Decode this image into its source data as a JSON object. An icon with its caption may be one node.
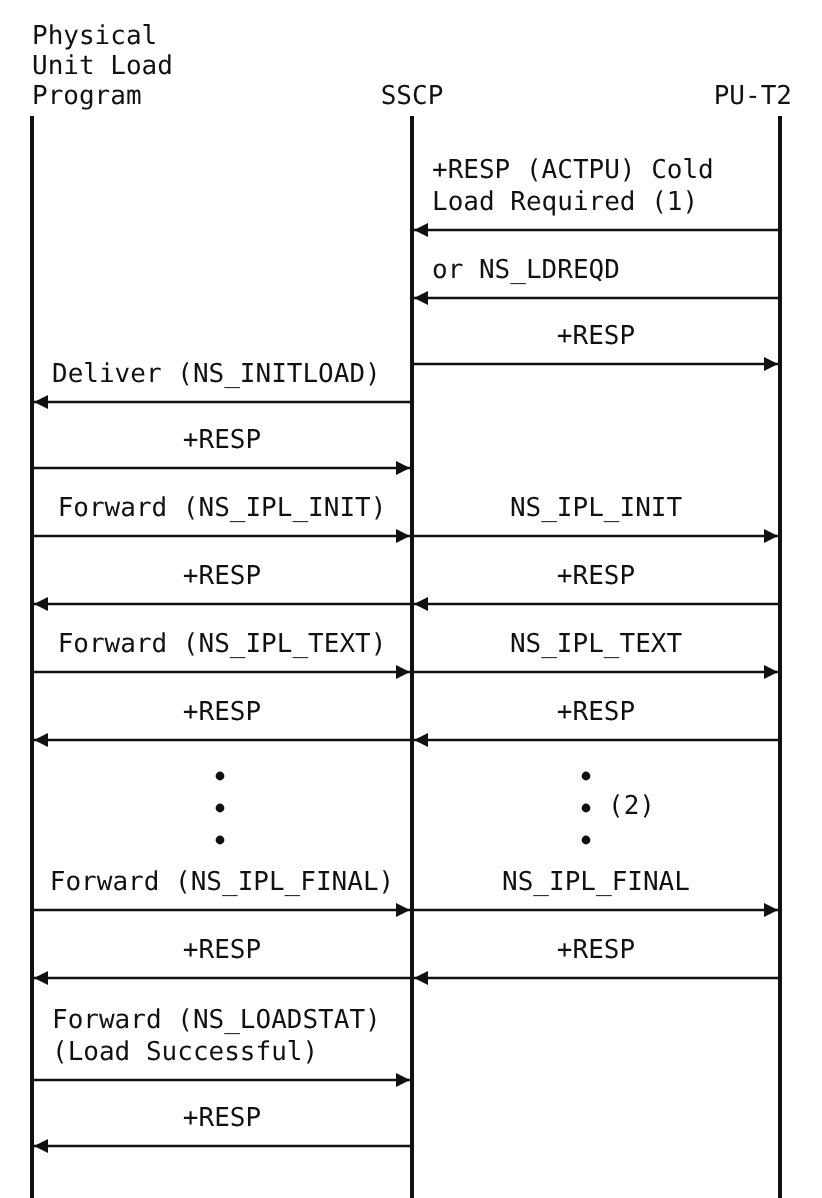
{
  "diagram": {
    "nodes": [
      {
        "text": [
          "Physical Unit Load Program"
        ]
      },
      {
        "text": [
          "SSCP"
        ]
      },
      {
        "text": [
          "PU-T2"
        ]
      }
    ],
    "edges": [
      {
        "from": 2,
        "to": 1,
        "arrow": "to",
        "label": "+RESP (ACTPU) Cold Load Required (1)"
      },
      {
        "from": 2,
        "to": 1,
        "arrow": "to",
        "label": "or NS_LDREQD"
      },
      {
        "from": 1,
        "to": 2,
        "arrow": "to",
        "label": "+RESP"
      },
      {
        "from": 1,
        "to": 0,
        "arrow": "to",
        "label": "Deliver (NS_INITLOAD)"
      },
      {
        "from": 0,
        "to": 1,
        "arrow": "to",
        "label": "+RESP"
      },
      {
        "from": 0,
        "to": 1,
        "arrow": "to",
        "label": "Forward (NS_IPL_INIT)"
      },
      {
        "from": 1,
        "to": 2,
        "arrow": "to",
        "label": "NS_IPL_INIT"
      },
      {
        "from": 1,
        "to": 0,
        "arrow": "to",
        "label": "+RESP"
      },
      {
        "from": 2,
        "to": 1,
        "arrow": "to",
        "label": "+RESP"
      },
      {
        "from": 0,
        "to": 1,
        "arrow": "to",
        "label": "Forward (NS_IPL_TEXT)"
      },
      {
        "from": 1,
        "to": 2,
        "arrow": "to",
        "label": "NS_IPL_TEXT"
      },
      {
        "from": 1,
        "to": 0,
        "arrow": "to",
        "label": "+RESP"
      },
      {
        "from": 2,
        "to": 1,
        "arrow": "to",
        "label": "+RESP"
      },
      {
        "from": 0,
        "to": 1,
        "arrow": "to",
        "label": "Forward (NS_IPL_FINAL)"
      },
      {
        "from": 1,
        "to": 2,
        "arrow": "to",
        "label": "NS_IPL_FINAL"
      },
      {
        "from": 1,
        "to": 0,
        "arrow": "to",
        "label": "+RESP"
      },
      {
        "from": 2,
        "to": 1,
        "arrow": "to",
        "label": "+RESP"
      },
      {
        "from": 0,
        "to": 1,
        "arrow": "to",
        "label": "Forward (NS_LOADSTAT) (Load Successful)"
      },
      {
        "from": 1,
        "to": 0,
        "arrow": "to",
        "label": "+RESP"
      }
    ],
    "labels": [
      "(2)"
    ]
  }
}
